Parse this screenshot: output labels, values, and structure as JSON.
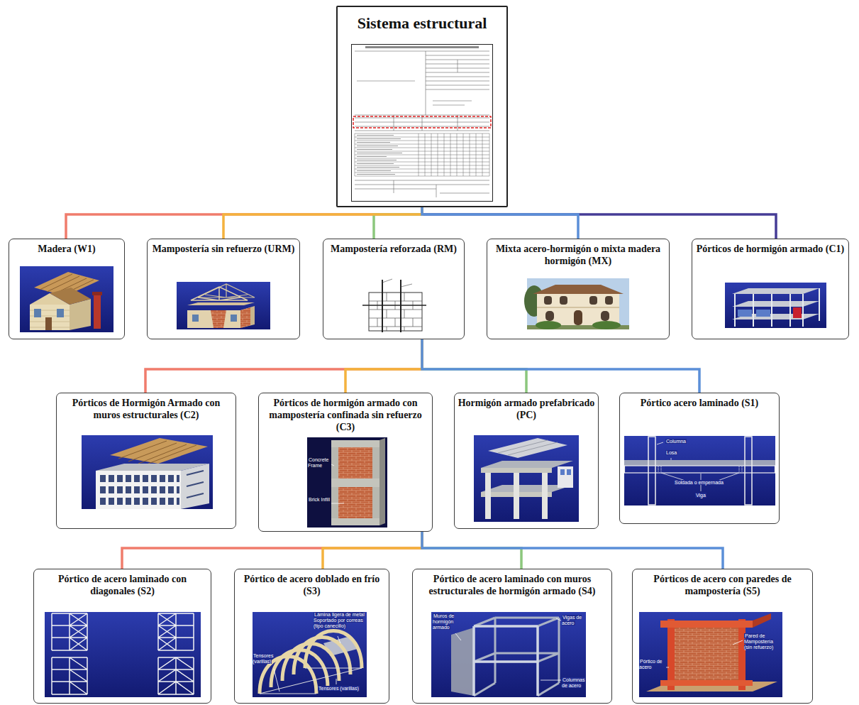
{
  "diagram": {
    "nodes": [
      {
        "text": [
          "Sistema estructural"
        ]
      },
      {
        "text": [
          "Madera (W1)"
        ]
      },
      {
        "text": [
          "Mampostería sin refuerzo (URM)"
        ]
      },
      {
        "text": [
          "Mampostería reforzada (RM)"
        ]
      },
      {
        "text": [
          "Mixta acero-hormigón o mixta madera hormigón (MX)"
        ]
      },
      {
        "text": [
          "Pórticos de hormigón armado (C1)"
        ]
      },
      {
        "text": [
          "Pórticos de Hormigón Armado con muros estructurales (C2)"
        ]
      },
      {
        "text": [
          "Pórticos de hormigón armado con mampostería confinada sin refuerzo (C3)"
        ]
      },
      {
        "text": [
          "Hormigón armado prefabricado (PC)"
        ]
      },
      {
        "text": [
          "Pórtico acero laminado (S1)"
        ]
      },
      {
        "text": [
          "Pórtico de acero laminado con diagonales (S2)"
        ]
      },
      {
        "text": [
          "Pórtico de acero doblado en frío (S3)"
        ]
      },
      {
        "text": [
          "Pórtico de acero laminado con muros estructurales de hormigón armado (S4)"
        ]
      },
      {
        "text": [
          "Pórticos de acero con paredes de mampostería (S5)"
        ]
      }
    ],
    "edges": [
      {
        "from": 0,
        "to": 1,
        "arrow": "none"
      },
      {
        "from": 0,
        "to": 2,
        "arrow": "none"
      },
      {
        "from": 0,
        "to": 3,
        "arrow": "none"
      },
      {
        "from": 0,
        "to": 4,
        "arrow": "none"
      },
      {
        "from": 0,
        "to": 5,
        "arrow": "none"
      },
      {
        "from": 3,
        "to": 6,
        "arrow": "none"
      },
      {
        "from": 3,
        "to": 7,
        "arrow": "none"
      },
      {
        "from": 3,
        "to": 8,
        "arrow": "none"
      },
      {
        "from": 3,
        "to": 9,
        "arrow": "none"
      },
      {
        "from": 7,
        "to": 10,
        "arrow": "none"
      },
      {
        "from": 7,
        "to": 11,
        "arrow": "none"
      },
      {
        "from": 7,
        "to": 12,
        "arrow": "none"
      },
      {
        "from": 7,
        "to": 13,
        "arrow": "none"
      }
    ],
    "labels": [
      "Concrete Frame",
      "Brick Infill",
      "Columna",
      "Losa",
      "Soldada o empernada",
      "Viga",
      "Lámina ligera de metal Soportado por correas (tipo canecillo)",
      "Tensores (varillas)",
      "Tensores (varillas)",
      "Muros de hormigón armado",
      "Vigas de acero",
      "Columnas de acero",
      "Pórtico de acero",
      "Pared de Mampostería (sin refuerzo)"
    ]
  }
}
